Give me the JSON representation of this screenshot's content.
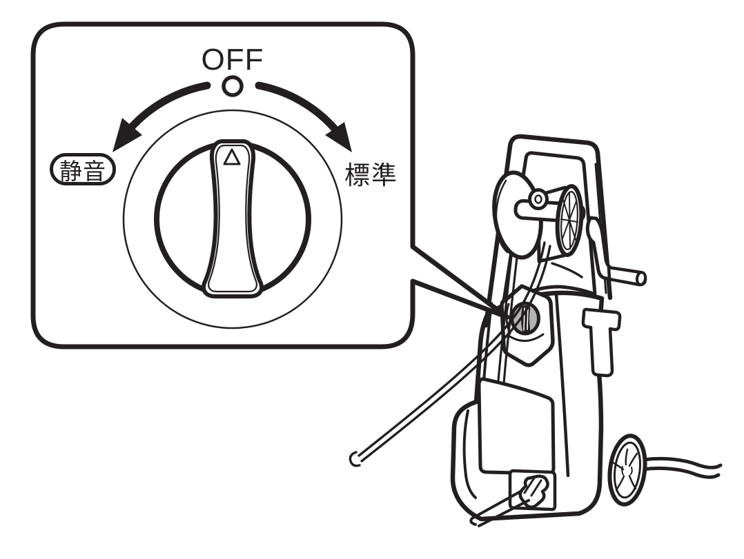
{
  "figure": {
    "type": "instruction-diagram",
    "subject": "high-pressure-washer-mode-dial",
    "callout": {
      "off_label": "OFF",
      "quiet_label": "静音",
      "standard_label": "標準"
    },
    "colors": {
      "ink": "#231f20",
      "background": "#ffffff",
      "knob_gray": "#b3b3b3"
    }
  }
}
